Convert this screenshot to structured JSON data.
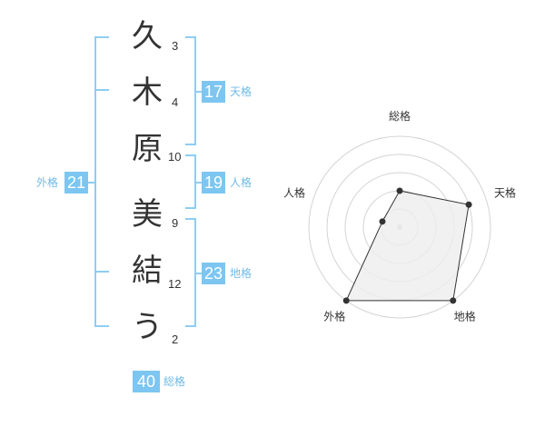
{
  "name_chars": [
    {
      "char": "久",
      "strokes": "3"
    },
    {
      "char": "木",
      "strokes": "4"
    },
    {
      "char": "原",
      "strokes": "10"
    },
    {
      "char": "美",
      "strokes": "9"
    },
    {
      "char": "結",
      "strokes": "12"
    },
    {
      "char": "う",
      "strokes": "2"
    }
  ],
  "scores": {
    "tenkaku": {
      "value": "17",
      "label": "天格"
    },
    "jinkaku": {
      "value": "19",
      "label": "人格"
    },
    "chikaku": {
      "value": "23",
      "label": "地格"
    },
    "gaikaku": {
      "value": "21",
      "label": "外格"
    },
    "soukaku": {
      "value": "40",
      "label": "総格"
    }
  },
  "colors": {
    "accent": "#7cc6f1",
    "bracket": "#8fcdf2",
    "radar_fill": "#eeeeee",
    "radar_line": "#333333"
  },
  "chart_data": {
    "type": "radar",
    "axes": [
      "総格",
      "天格",
      "地格",
      "外格",
      "人格"
    ],
    "rings": 5,
    "values": [
      2,
      4,
      5,
      5,
      1
    ],
    "max": 5
  }
}
